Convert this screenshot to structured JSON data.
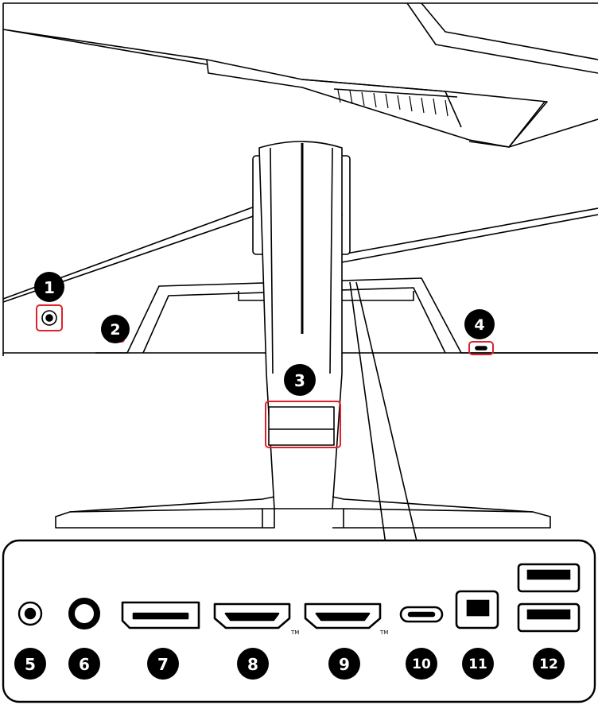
{
  "callouts": [
    {
      "label": "1",
      "name": "joystick-button"
    },
    {
      "label": "2",
      "name": "port-2"
    },
    {
      "label": "3",
      "name": "cable-management"
    },
    {
      "label": "4",
      "name": "kensington-lock"
    },
    {
      "label": "5",
      "name": "power-jack"
    },
    {
      "label": "6",
      "name": "headphone-jack"
    },
    {
      "label": "7",
      "name": "displayport"
    },
    {
      "label": "8",
      "name": "hdmi-port-1"
    },
    {
      "label": "9",
      "name": "hdmi-port-2"
    },
    {
      "label": "10",
      "name": "usb-type-c-port"
    },
    {
      "label": "11",
      "name": "usb-type-b-port"
    },
    {
      "label": "12",
      "name": "usb-type-a-ports"
    }
  ],
  "trademark": "TM",
  "colors": {
    "badge": "#000000",
    "highlight": "#e0202a",
    "line": "#000000"
  },
  "icons": [
    "power-jack-icon",
    "audio-jack-icon",
    "displayport-icon",
    "hdmi-icon",
    "usb-c-icon",
    "usb-b-icon",
    "usb-a-icon"
  ]
}
